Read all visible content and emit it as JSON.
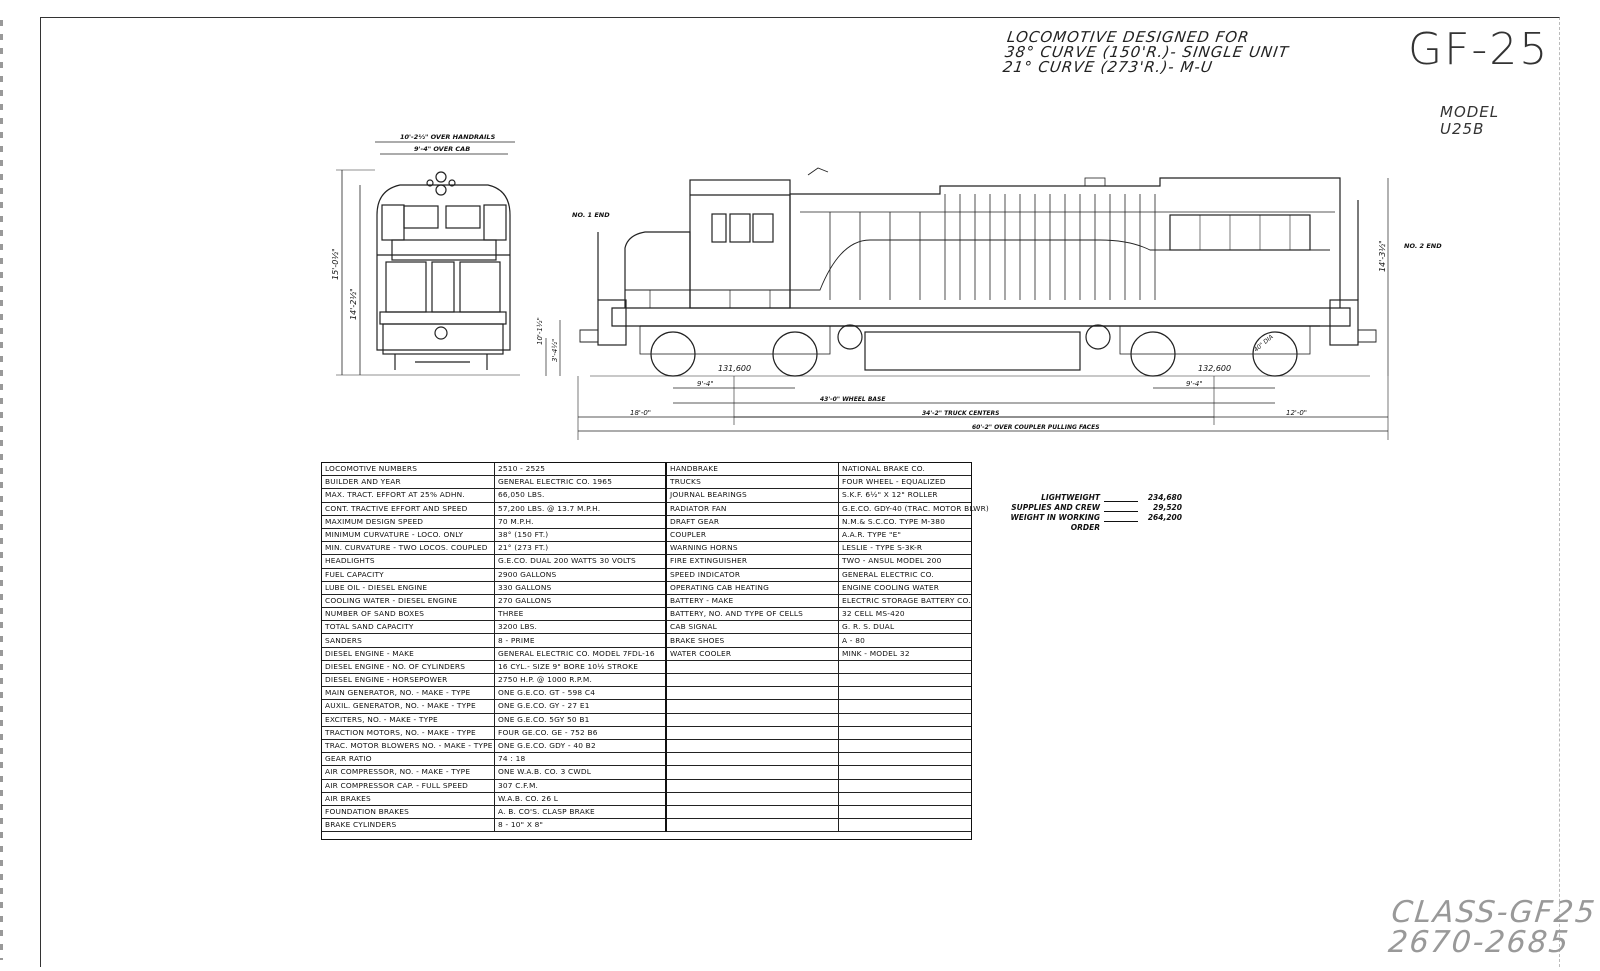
{
  "header": {
    "design_note": [
      "LOCOMOTIVE DESIGNED FOR",
      "38° CURVE (150'R.)- SINGLE UNIT",
      "21° CURVE (273'R.)- M-U"
    ],
    "class_title": "GF-25",
    "model_line1": "MODEL",
    "model_line2": "U25B"
  },
  "drawing": {
    "front_width_handrails": "10'-2½\" OVER HANDRAILS",
    "front_width_cab": "9'-4\" OVER CAB",
    "front_height_total": "15'-0½\"",
    "front_height_cab": "14'-2½\"",
    "no1_end": "NO. 1 END",
    "no2_end": "NO. 2 END",
    "side_height": "14'-3½\"",
    "coupler_height_1": "10'-1½\"",
    "coupler_height_2": "3'-4½\"",
    "truck_load_1": "131,600",
    "truck_load_2": "132,600",
    "truck_wheelbase_1": "9'-4\"",
    "truck_wheelbase_2": "9'-4\"",
    "wheel_base": "43'-0\" WHEEL BASE",
    "overhang_1": "18'-0\"",
    "overhang_2": "12'-0\"",
    "truck_centers": "34'-2\" TRUCK CENTERS",
    "coupler_length": "60'-2\" OVER COUPLER PULLING FACES",
    "wheel_dia": "40\" DIA"
  },
  "specs": {
    "rows": [
      [
        "LOCOMOTIVE NUMBERS",
        "2510 - 2525",
        "HANDBRAKE",
        "NATIONAL BRAKE CO."
      ],
      [
        "BUILDER AND YEAR",
        "GENERAL ELECTRIC CO.   1965",
        "TRUCKS",
        "FOUR WHEEL - EQUALIZED"
      ],
      [
        "MAX. TRACT. EFFORT AT 25% ADHN.",
        "66,050 LBS.",
        "JOURNAL BEARINGS",
        "S.K.F.  6½\" X 12\" ROLLER"
      ],
      [
        "CONT. TRACTIVE EFFORT AND SPEED",
        "57,200 LBS. @ 13.7 M.P.H.",
        "RADIATOR FAN",
        "G.E.CO. GDY-40 (TRAC. MOTOR BLWR)"
      ],
      [
        "MAXIMUM DESIGN SPEED",
        "70 M.P.H.",
        "DRAFT GEAR",
        "N.M.& S.C.CO.  TYPE M-380"
      ],
      [
        "MINIMUM CURVATURE - LOCO. ONLY",
        "38°  (150 FT.)",
        "COUPLER",
        "A.A.R. TYPE \"E\""
      ],
      [
        "MIN. CURVATURE - TWO LOCOS. COUPLED",
        "21°  (273 FT.)",
        "WARNING HORNS",
        "LESLIE - TYPE S-3K-R"
      ],
      [
        "HEADLIGHTS",
        "G.E.CO. DUAL  200 WATTS  30 VOLTS",
        "FIRE EXTINGUISHER",
        "TWO - ANSUL MODEL 200"
      ],
      [
        "FUEL CAPACITY",
        "2900 GALLONS",
        "SPEED INDICATOR",
        "GENERAL ELECTRIC CO."
      ],
      [
        "LUBE OIL - DIESEL ENGINE",
        "330 GALLONS",
        "OPERATING CAB HEATING",
        "ENGINE COOLING WATER"
      ],
      [
        "COOLING WATER - DIESEL ENGINE",
        "270 GALLONS",
        "BATTERY - MAKE",
        "ELECTRIC STORAGE BATTERY CO."
      ],
      [
        "NUMBER OF SAND BOXES",
        "THREE",
        "BATTERY, NO. AND TYPE OF CELLS",
        "32 CELL  MS-420"
      ],
      [
        "TOTAL SAND CAPACITY",
        "3200 LBS.",
        "CAB SIGNAL",
        "G. R. S. DUAL"
      ],
      [
        "SANDERS",
        "8 - PRIME",
        "BRAKE SHOES",
        "A - 80"
      ],
      [
        "DIESEL ENGINE - MAKE",
        "GENERAL ELECTRIC CO. MODEL 7FDL-16",
        "WATER COOLER",
        "MINK - MODEL 32"
      ],
      [
        "DIESEL ENGINE - NO. OF CYLINDERS",
        "16 CYL.- SIZE 9\" BORE  10½ STROKE",
        "",
        ""
      ],
      [
        "DIESEL ENGINE - HORSEPOWER",
        "2750 H.P. @ 1000 R.P.M.",
        "",
        ""
      ],
      [
        "MAIN GENERATOR, NO. - MAKE - TYPE",
        "ONE  G.E.CO.  GT - 598 C4",
        "",
        ""
      ],
      [
        "AUXIL. GENERATOR, NO. - MAKE - TYPE",
        "ONE  G.E.CO.  GY - 27 E1",
        "",
        ""
      ],
      [
        "EXCITERS,  NO. - MAKE - TYPE",
        "ONE  G.E.CO.  5GY 50 B1",
        "",
        ""
      ],
      [
        "TRACTION MOTORS, NO. - MAKE - TYPE",
        "FOUR  GE.CO.  GE - 752 B6",
        "",
        ""
      ],
      [
        "TRAC. MOTOR BLOWERS  NO. - MAKE - TYPE",
        "ONE  G.E.CO.  GDY - 40 B2",
        "",
        ""
      ],
      [
        "GEAR RATIO",
        "74 : 18",
        "",
        ""
      ],
      [
        "AIR COMPRESSOR, NO. - MAKE - TYPE",
        "ONE W.A.B. CO.  3 CWDL",
        "",
        ""
      ],
      [
        "AIR COMPRESSOR CAP. - FULL SPEED",
        "307 C.F.M.",
        "",
        ""
      ],
      [
        "AIR BRAKES",
        "W.A.B. CO.  26 L",
        "",
        ""
      ],
      [
        "FOUNDATION BRAKES",
        "A. B. CO'S. CLASP BRAKE",
        "",
        ""
      ],
      [
        "BRAKE CYLINDERS",
        "8 - 10\" X 8\"",
        "",
        ""
      ]
    ]
  },
  "weights": {
    "rows": [
      {
        "label": "LIGHTWEIGHT",
        "value": "234,680"
      },
      {
        "label": "SUPPLIES AND CREW",
        "value": "29,520"
      },
      {
        "label": "WEIGHT IN WORKING ORDER",
        "value": "264,200"
      }
    ]
  },
  "footer": {
    "class_line": "CLASS-GF25",
    "numbers_line": "2670-2685"
  }
}
